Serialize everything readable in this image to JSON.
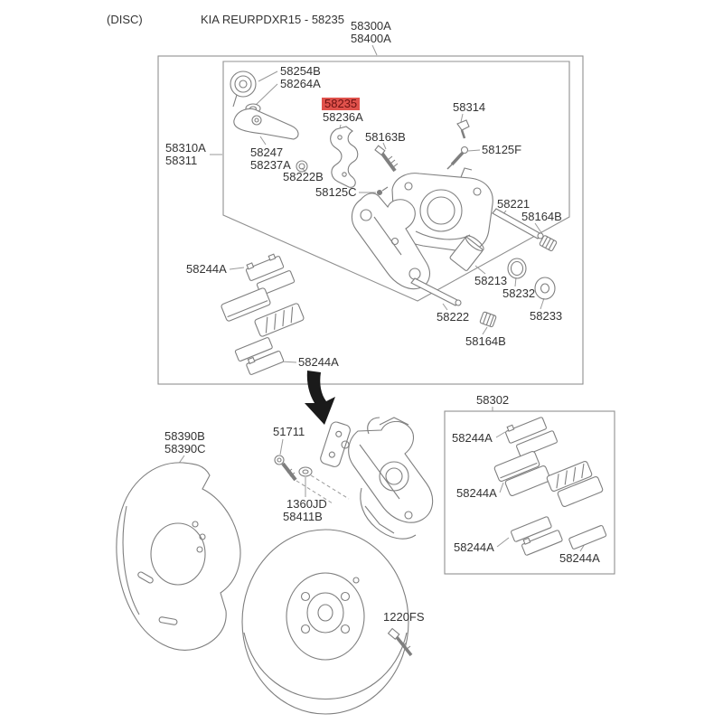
{
  "header": {
    "disc_note": "(DISC)",
    "title": "KIA REURPDXR15 - 58235"
  },
  "highlight": {
    "background": "#e0524c",
    "text_color": "#6d1111",
    "highlighted_part": "58235"
  },
  "parts": {
    "p58300A": "58300A",
    "p58400A": "58400A",
    "p58254B": "58254B",
    "p58264A": "58264A",
    "p58235": "58235",
    "p58236A": "58236A",
    "p58163B": "58163B",
    "p58314": "58314",
    "p58125F": "58125F",
    "p58310A": "58310A",
    "p58311": "58311",
    "p58247": "58247",
    "p58237A": "58237A",
    "p58222B": "58222B",
    "p58125C": "58125C",
    "p58221": "58221",
    "p58164B": "58164B",
    "p58213": "58213",
    "p58232": "58232",
    "p58233": "58233",
    "p58222": "58222",
    "p58244A": "58244A",
    "p58302": "58302",
    "p58390B": "58390B",
    "p58390C": "58390C",
    "p51711": "51711",
    "p1360JD": "1360JD",
    "p58411B": "58411B",
    "p1220FS": "1220FS"
  }
}
